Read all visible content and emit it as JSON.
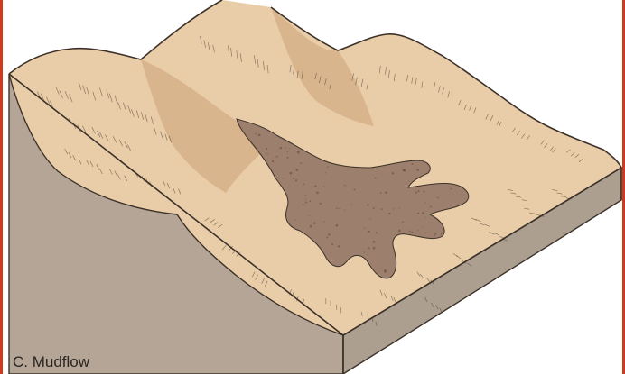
{
  "caption": "C. Mudflow",
  "colors": {
    "frame_edge": "#d03a1c",
    "terrain_surface": "#e9cda8",
    "terrain_shadow": "#d8b58c",
    "block_side_front": "#ad9f8f",
    "block_side_left": "#b4a596",
    "mudflow": "#9c7f6c",
    "outline": "#3c3129"
  },
  "icons": [
    "mudflow-deposit",
    "block-diagram-terrain"
  ]
}
